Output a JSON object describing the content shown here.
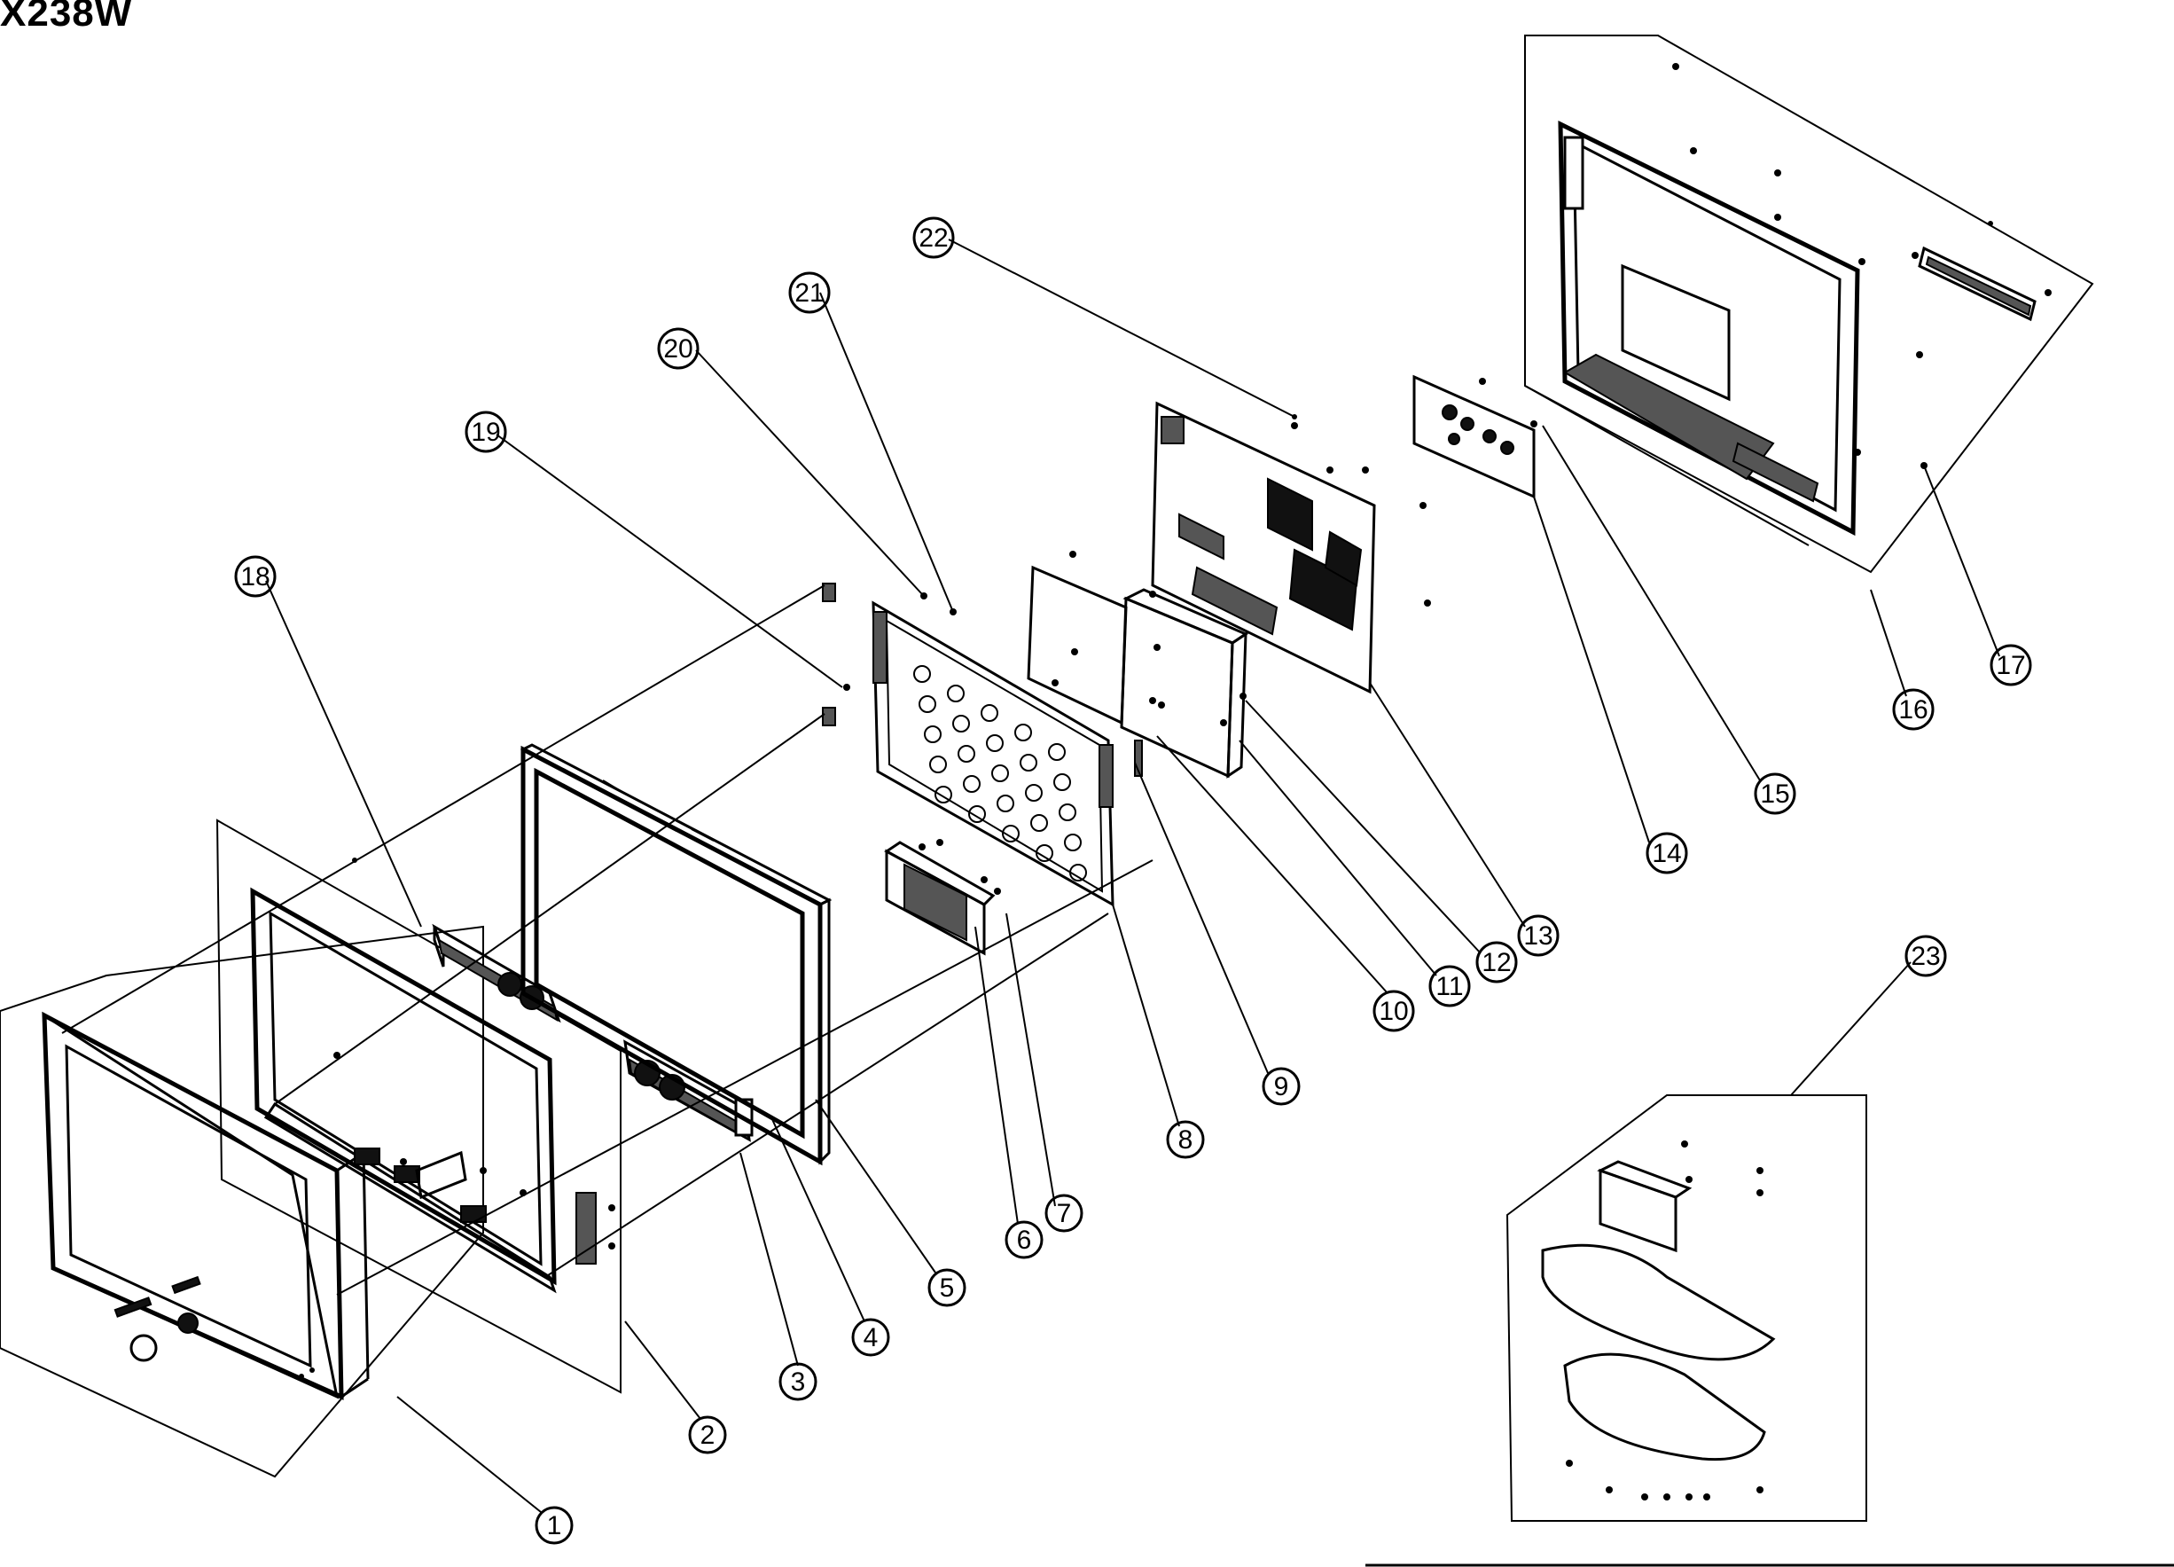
{
  "title": "X238W",
  "callouts": [
    {
      "id": "c1",
      "label": "1"
    },
    {
      "id": "c2",
      "label": "2"
    },
    {
      "id": "c3",
      "label": "3"
    },
    {
      "id": "c4",
      "label": "4"
    },
    {
      "id": "c5",
      "label": "5"
    },
    {
      "id": "c6",
      "label": "6"
    },
    {
      "id": "c7",
      "label": "7"
    },
    {
      "id": "c8",
      "label": "8"
    },
    {
      "id": "c9",
      "label": "9"
    },
    {
      "id": "c10",
      "label": "10"
    },
    {
      "id": "c11",
      "label": "11"
    },
    {
      "id": "c12",
      "label": "12"
    },
    {
      "id": "c13",
      "label": "13"
    },
    {
      "id": "c14",
      "label": "14"
    },
    {
      "id": "c15",
      "label": "15"
    },
    {
      "id": "c16",
      "label": "16"
    },
    {
      "id": "c17",
      "label": "17"
    },
    {
      "id": "c18",
      "label": "18"
    },
    {
      "id": "c19",
      "label": "19"
    },
    {
      "id": "c20",
      "label": "20"
    },
    {
      "id": "c21",
      "label": "21"
    },
    {
      "id": "c22",
      "label": "22"
    },
    {
      "id": "c23",
      "label": "23"
    }
  ]
}
